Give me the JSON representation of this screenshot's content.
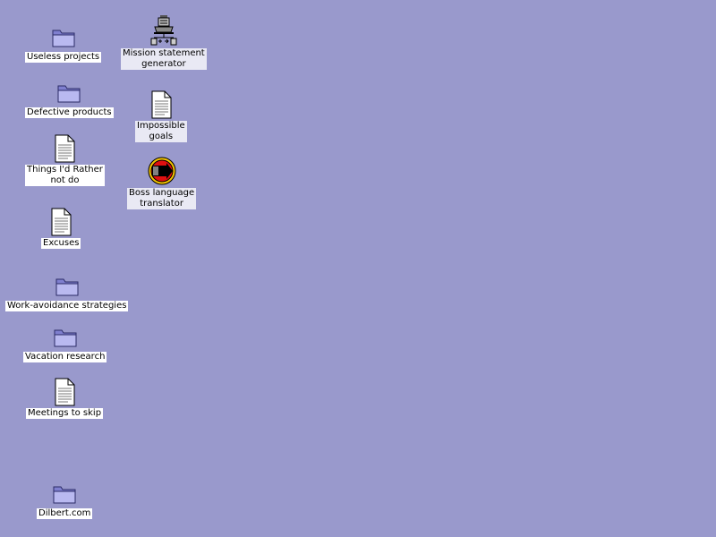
{
  "desktop": {
    "background": "#9999cc",
    "items": [
      {
        "label": "Useless projects",
        "icon": "folder-icon"
      },
      {
        "label": "Defective products",
        "icon": "folder-icon"
      },
      {
        "label": "Things I'd Rather\nnot do",
        "icon": "document-icon"
      },
      {
        "label": "Excuses",
        "icon": "document-icon"
      },
      {
        "label": "Work-avoidance strategies",
        "icon": "folder-icon"
      },
      {
        "label": "Vacation research",
        "icon": "folder-icon"
      },
      {
        "label": "Meetings to skip",
        "icon": "document-icon"
      },
      {
        "label": "Dilbert.com",
        "icon": "folder-icon"
      },
      {
        "label": "Mission statement\ngenerator",
        "icon": "mission-generator-app-icon"
      },
      {
        "label": "Impossible\ngoals",
        "icon": "document-icon"
      },
      {
        "label": "Boss language\ntranslator",
        "icon": "translator-app-icon"
      }
    ]
  }
}
